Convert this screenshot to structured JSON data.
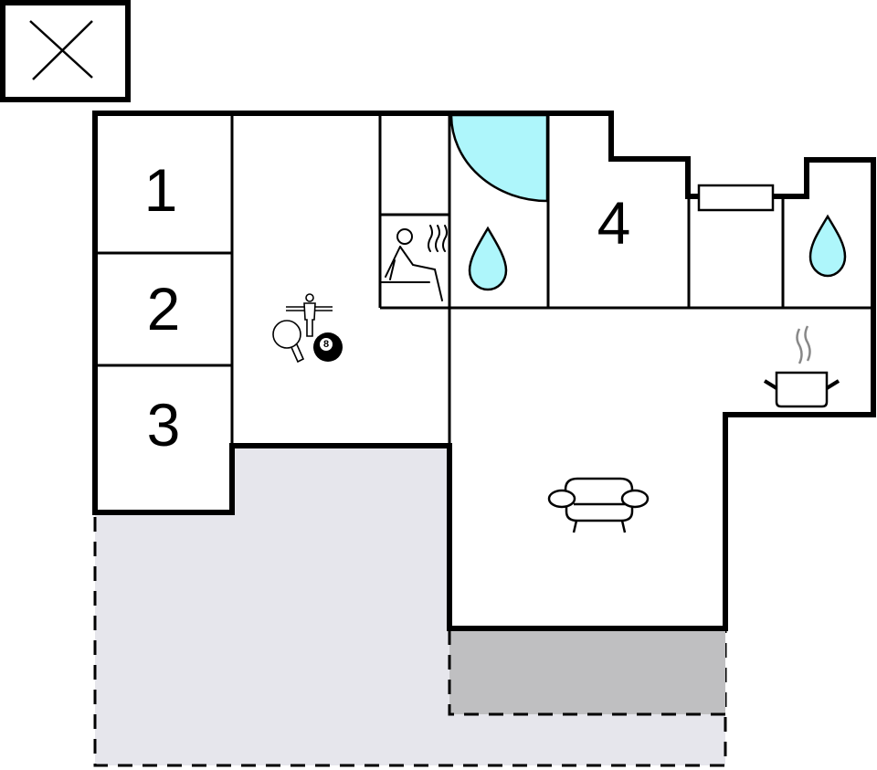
{
  "diagram": {
    "type": "floor-plan",
    "compass_legend": {
      "symbol": "x-in-box"
    },
    "rooms": [
      {
        "id": "bedroom-1",
        "label": "1"
      },
      {
        "id": "bedroom-2",
        "label": "2"
      },
      {
        "id": "bedroom-3",
        "label": "3"
      },
      {
        "id": "bedroom-4",
        "label": "4"
      },
      {
        "id": "game-room",
        "label": "",
        "icons": [
          "foosball-icon",
          "table-tennis-icon",
          "billiard-ball-icon"
        ],
        "ball_number": "8"
      },
      {
        "id": "storage",
        "label": ""
      },
      {
        "id": "sauna",
        "label": "",
        "icons": [
          "sauna-icon"
        ]
      },
      {
        "id": "bathroom-1",
        "label": "",
        "icons": [
          "water-drop-icon",
          "shower-quarter-circle"
        ]
      },
      {
        "id": "hallway",
        "label": "",
        "icons": [
          "radiator-icon"
        ]
      },
      {
        "id": "bathroom-2",
        "label": "",
        "icons": [
          "water-drop-icon"
        ]
      },
      {
        "id": "kitchen",
        "label": "",
        "icons": [
          "cooking-pot-icon"
        ]
      },
      {
        "id": "living-room",
        "label": "",
        "icons": [
          "sofa-icon"
        ]
      }
    ],
    "outdoor_areas": [
      {
        "id": "terrace",
        "style": "dashed",
        "fill": "#e6e6ec"
      },
      {
        "id": "covered-terrace",
        "style": "dashed",
        "fill": "#bfbfc1"
      }
    ],
    "colors": {
      "wall": "#000000",
      "water": "#aef6fb",
      "terrace": "#e6e6ec",
      "covered_terrace": "#bfbfc1",
      "steam": "#888888",
      "background": "#ffffff"
    }
  }
}
